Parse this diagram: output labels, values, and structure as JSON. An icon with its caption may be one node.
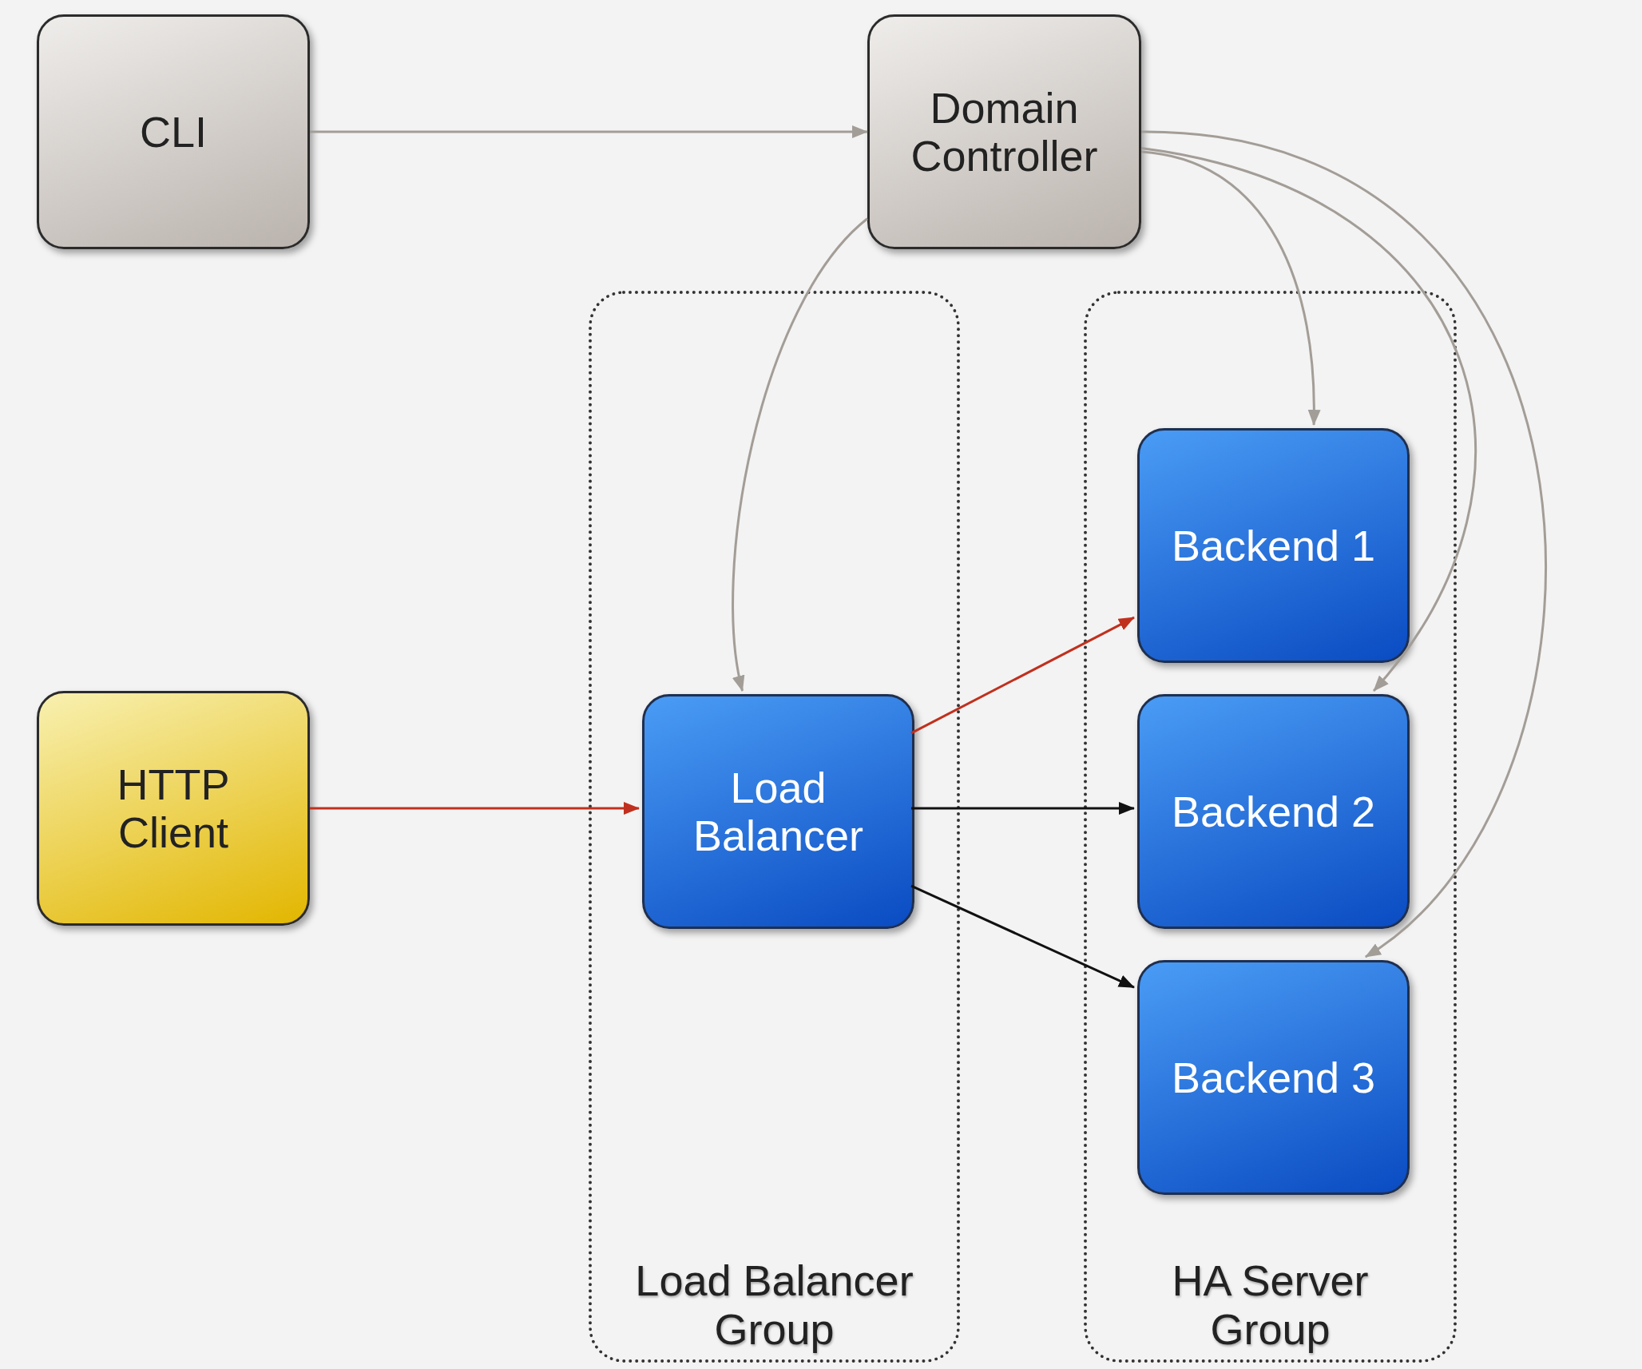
{
  "diagram": {
    "nodes": [
      {
        "text": [
          "CLI"
        ]
      },
      {
        "text": [
          "Domain Controller"
        ]
      },
      {
        "text": [
          "Load Balancer Group"
        ]
      },
      {
        "text": [
          "Load Balancer"
        ],
        "in": 2
      },
      {
        "text": [
          "HA Server Group"
        ]
      },
      {
        "text": [
          "Backend 1"
        ],
        "in": 4
      },
      {
        "text": [
          "Backend 2"
        ],
        "in": 4
      },
      {
        "text": [
          "Backend 3"
        ],
        "in": 4
      },
      {
        "text": [
          "HTTP Client"
        ]
      }
    ],
    "edges": [
      {
        "from": 0,
        "to": 1,
        "arrow": "to"
      },
      {
        "from": 1,
        "to": 3,
        "arrow": "to"
      },
      {
        "from": 1,
        "to": 5,
        "arrow": "to"
      },
      {
        "from": 1,
        "to": 6,
        "arrow": "to"
      },
      {
        "from": 1,
        "to": 7,
        "arrow": "to"
      },
      {
        "from": 8,
        "to": 3,
        "arrow": "to",
        "color": "#c0301e"
      },
      {
        "from": 3,
        "to": 5,
        "arrow": "to",
        "color": "#c0301e"
      },
      {
        "from": 3,
        "to": 6,
        "arrow": "to",
        "color": "#111111"
      },
      {
        "from": 3,
        "to": 7,
        "arrow": "to",
        "color": "#111111"
      }
    ]
  }
}
